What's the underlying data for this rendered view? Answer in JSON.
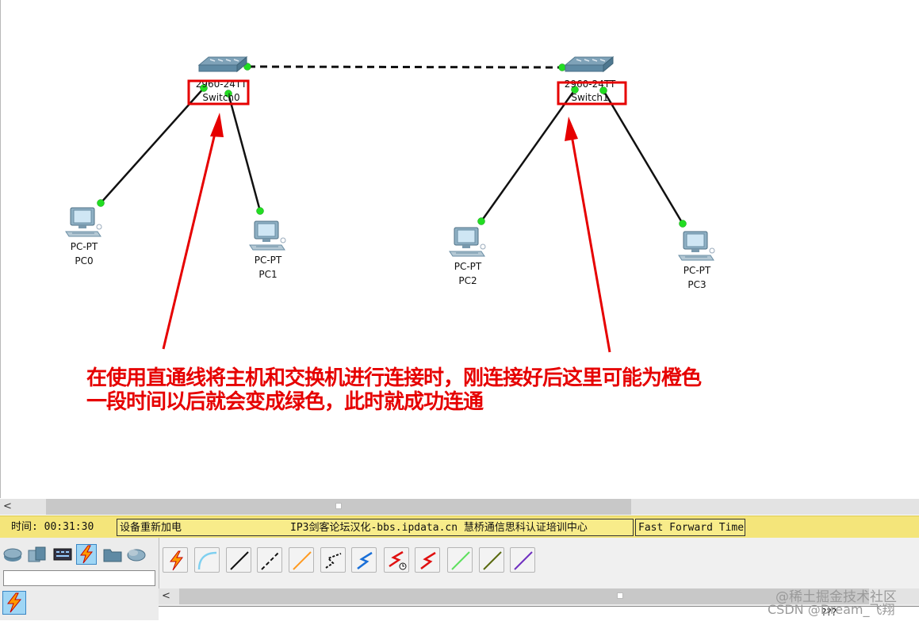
{
  "devices": {
    "switch0": {
      "model": "2960-24TT",
      "name": "Switch0"
    },
    "switch1": {
      "model": "2960-24TT",
      "name": "Switch1"
    },
    "pc0": {
      "model": "PC-PT",
      "name": "PC0"
    },
    "pc1": {
      "model": "PC-PT",
      "name": "PC1"
    },
    "pc2": {
      "model": "PC-PT",
      "name": "PC2"
    },
    "pc3": {
      "model": "PC-PT",
      "name": "PC3"
    }
  },
  "annotation": {
    "line1": "在使用直通线将主机和交换机进行连接时，刚连接好后这里可能为橙色",
    "line2": "一段时间以后就会变成绿色，此时就成功连通"
  },
  "statusbar": {
    "time": "时间: 00:31:30",
    "power_cycle": "设备重新加电",
    "credit": "IP3剑客论坛汉化-bbs.ipdata.cn   慧桥通信思科认证培训中心",
    "fast_forward": "Fast Forward Time"
  },
  "scroll": {
    "left_arrow": "<"
  },
  "device_panel": {
    "categories": [
      "routers-icon",
      "switches-icon",
      "hubs-icon",
      "connections-icon",
      "end-devices-icon",
      "wan-emulation-icon"
    ],
    "search_value": ""
  },
  "cable_panel": {
    "cables": [
      "auto-connect",
      "console",
      "copper-straight-through",
      "copper-cross-over",
      "fiber",
      "phone",
      "coaxial",
      "serial-dce",
      "serial-dte",
      "octal",
      "iot-custom",
      "usb"
    ]
  },
  "bottom_text": "???",
  "watermark": {
    "line1": "@稀土掘金技术社区",
    "line2": "CSDN @Dream_飞翔"
  },
  "colors": {
    "link_up": "#22dd22",
    "annotation": "#e60000",
    "statusbar": "#f4e57a",
    "selected": "#9fd6f5"
  }
}
